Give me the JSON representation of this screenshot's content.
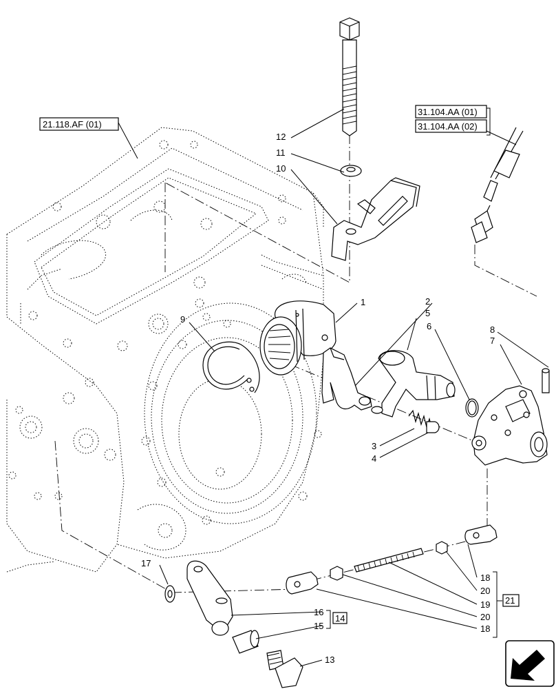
{
  "references": [
    "21.118.AF (01)",
    "31.104.AA (01)",
    "31.104.AA (02)"
  ],
  "callouts": [
    "1",
    "2",
    "3",
    "4",
    "5",
    "6",
    "7",
    "8",
    "9",
    "10",
    "11",
    "12",
    "13",
    "14",
    "15",
    "16",
    "17",
    "18",
    "19",
    "20",
    "21"
  ],
  "groups": {
    "group_14": "14",
    "group_21": "21"
  },
  "icons": {
    "navigation": "arrow-southwest-icon"
  }
}
